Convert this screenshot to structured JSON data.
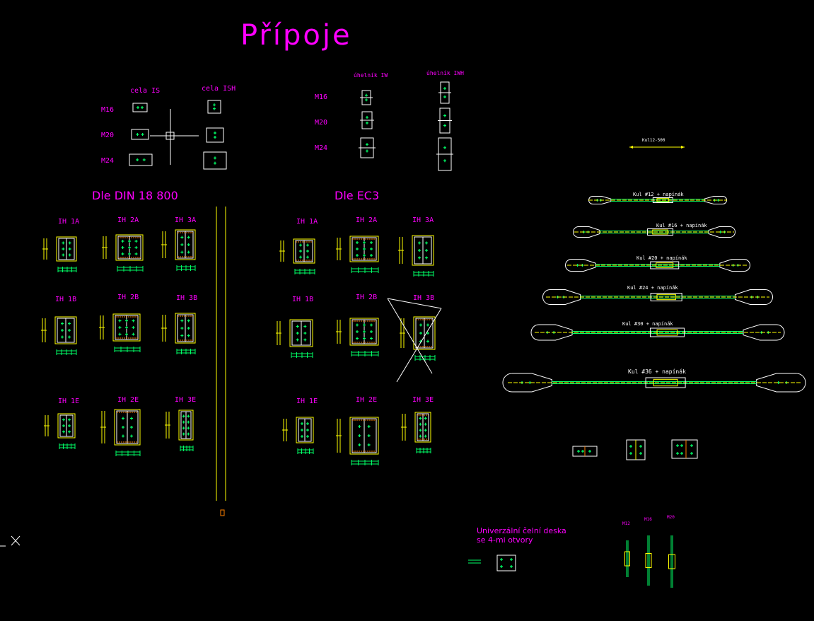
{
  "drawing": {
    "title": "Přípoje",
    "colors": {
      "background": "#000000",
      "label": "#ff00ff",
      "plate": "#ffffff",
      "beam": "#ffff00",
      "bolt": "#00ff66",
      "weld": "#ff8000"
    }
  },
  "plates": {
    "columns": [
      "cela IS",
      "cela ISH"
    ],
    "rows": [
      "M16",
      "M20",
      "M24"
    ]
  },
  "angles": {
    "columns": [
      "úhelník IW",
      "úhelník IWH"
    ],
    "rows": [
      "M16",
      "M20",
      "M24"
    ]
  },
  "din": {
    "title": "Dle DIN 18 800",
    "labels": [
      "IH 1A",
      "IH 2A",
      "IH 3A",
      "IH 1B",
      "IH 2B",
      "IH 3B",
      "IH 1E",
      "IH 2E",
      "IH 3E"
    ]
  },
  "ec3": {
    "title": "Dle EC3",
    "labels": [
      "IH 1A",
      "IH 2A",
      "IH 3A",
      "IH 1B",
      "IH 2B",
      "IH 3B",
      "IH 1E",
      "IH 2E",
      "IH 3E"
    ]
  },
  "rods": {
    "top": "Kul12-500",
    "ties": [
      "Kul #12 + napínák",
      "Kul #16 + napínák",
      "Kul #20 + napínák",
      "Kul #24 + napínák",
      "Kul #30 + napínák",
      "Kul #36 + napínák"
    ]
  },
  "universal": {
    "note_line1": "Univerzální čelní deska",
    "note_line2": "se 4-mi otvory"
  },
  "small_ties": {
    "labels": [
      "M12",
      "M16",
      "M20"
    ]
  }
}
